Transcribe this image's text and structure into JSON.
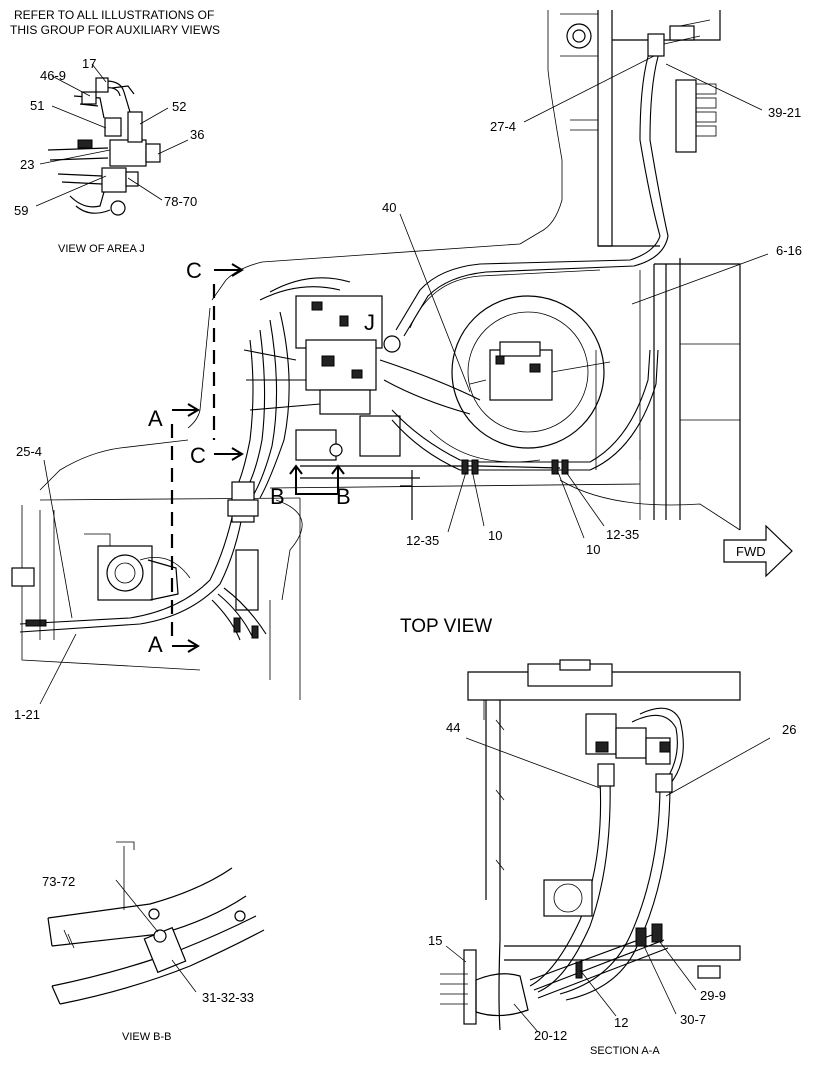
{
  "header": {
    "note_line1": "REFER TO ALL ILLUSTRATIONS OF",
    "note_line2": "THIS GROUP FOR AUXILIARY VIEWS"
  },
  "views": {
    "area_j": "VIEW OF AREA J",
    "top": "TOP VIEW",
    "b_b": "VIEW B-B",
    "a_a": "SECTION A-A"
  },
  "direction": {
    "fwd": "FWD"
  },
  "section_marks": {
    "a": "A",
    "b": "B",
    "c": "C",
    "j": "J"
  },
  "callouts": {
    "area_j": {
      "c46_9": "46-9",
      "c17": "17",
      "c51": "51",
      "c52": "52",
      "c36": "36",
      "c23": "23",
      "c59": "59",
      "c78_70": "78-70"
    },
    "top_view": {
      "c27_4": "27-4",
      "c39_21": "39-21",
      "c40": "40",
      "c6_16": "6-16",
      "c25_4": "25-4",
      "c1_21": "1-21",
      "c12_35_left": "12-35",
      "c10_left": "10",
      "c10_right": "10",
      "c12_35_right": "12-35"
    },
    "view_bb": {
      "c73_72": "73-72",
      "c31_32_33": "31-32-33"
    },
    "section_aa": {
      "c44": "44",
      "c26": "26",
      "c15": "15",
      "c20_12": "20-12",
      "c12": "12",
      "c30_7": "30-7",
      "c29_9": "29-9"
    }
  }
}
